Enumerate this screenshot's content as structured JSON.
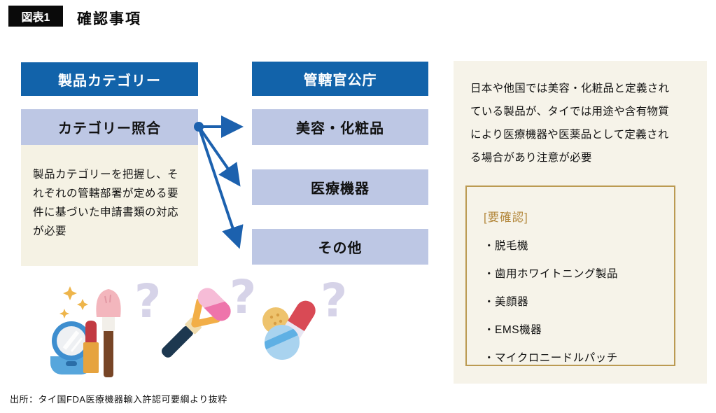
{
  "figure": {
    "label": "図表1",
    "title": "確認事項",
    "source": "出所：タイ国FDA医療機器輸入許認可要綱より抜粋"
  },
  "flow": {
    "left": {
      "header": "製品カテゴリー",
      "step": "カテゴリー照合",
      "note": "製品カテゴリーを把握し、それぞれの管轄部署が定める要件に基づいた申請書類の対応が必要"
    },
    "right": {
      "header": "管轄官公庁",
      "items": [
        "美容・化粧品",
        "医療機器",
        "その他"
      ]
    }
  },
  "side_panel": {
    "note": "日本や他国では美容・化粧品と定義されている製品が、タイでは用途や含有物質により医療機器や医薬品として定義される場合があり注意が必要",
    "check": {
      "heading": "[要確認]",
      "items": [
        "・脱毛機",
        "・歯用ホワイトニング製品",
        "・美顔器",
        "・EMS機器",
        "・マイクロニードルパッチ"
      ]
    }
  },
  "illustrations": {
    "question_mark": "?",
    "cosmetics_icon": "cosmetics-set",
    "roller_icon": "facial-roller",
    "pills_icon": "medicine-pills"
  },
  "colors": {
    "header_blue": "#1263aa",
    "box_lavender": "#bdc7e4",
    "panel_cream": "#f6f3e9",
    "note_cream": "#f5f2e4",
    "gold_border": "#bb9a52",
    "gold_text": "#b3873b",
    "arrow_blue": "#1c61ae",
    "question_lavender": "#d6d3e8",
    "badge_black": "#0a0a0a"
  }
}
